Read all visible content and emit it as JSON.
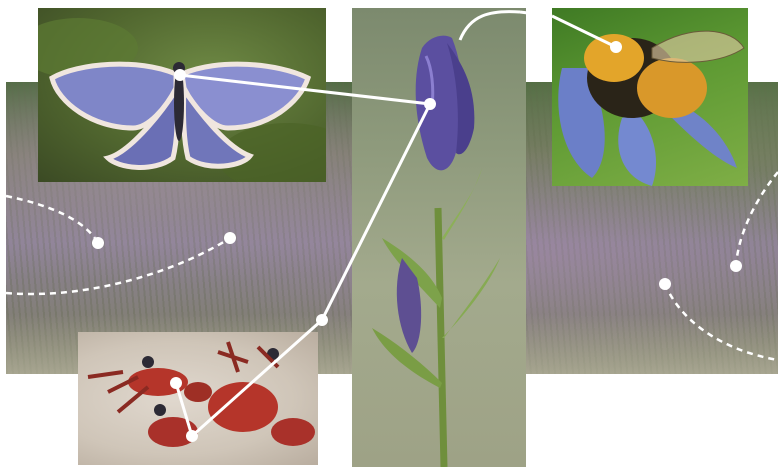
{
  "scene": {
    "photos": [
      "butterfly-photo",
      "gentian-flower-photo",
      "bumblebee-photo",
      "ant-photo",
      "heathland-background-photo"
    ]
  },
  "colors": {
    "connector": "#ffffff",
    "butterfly_wing": "#7f86c8",
    "gentian_petal": "#5b4fa0",
    "bee_body": "#e3a52a",
    "ant_body": "#b5352a"
  }
}
